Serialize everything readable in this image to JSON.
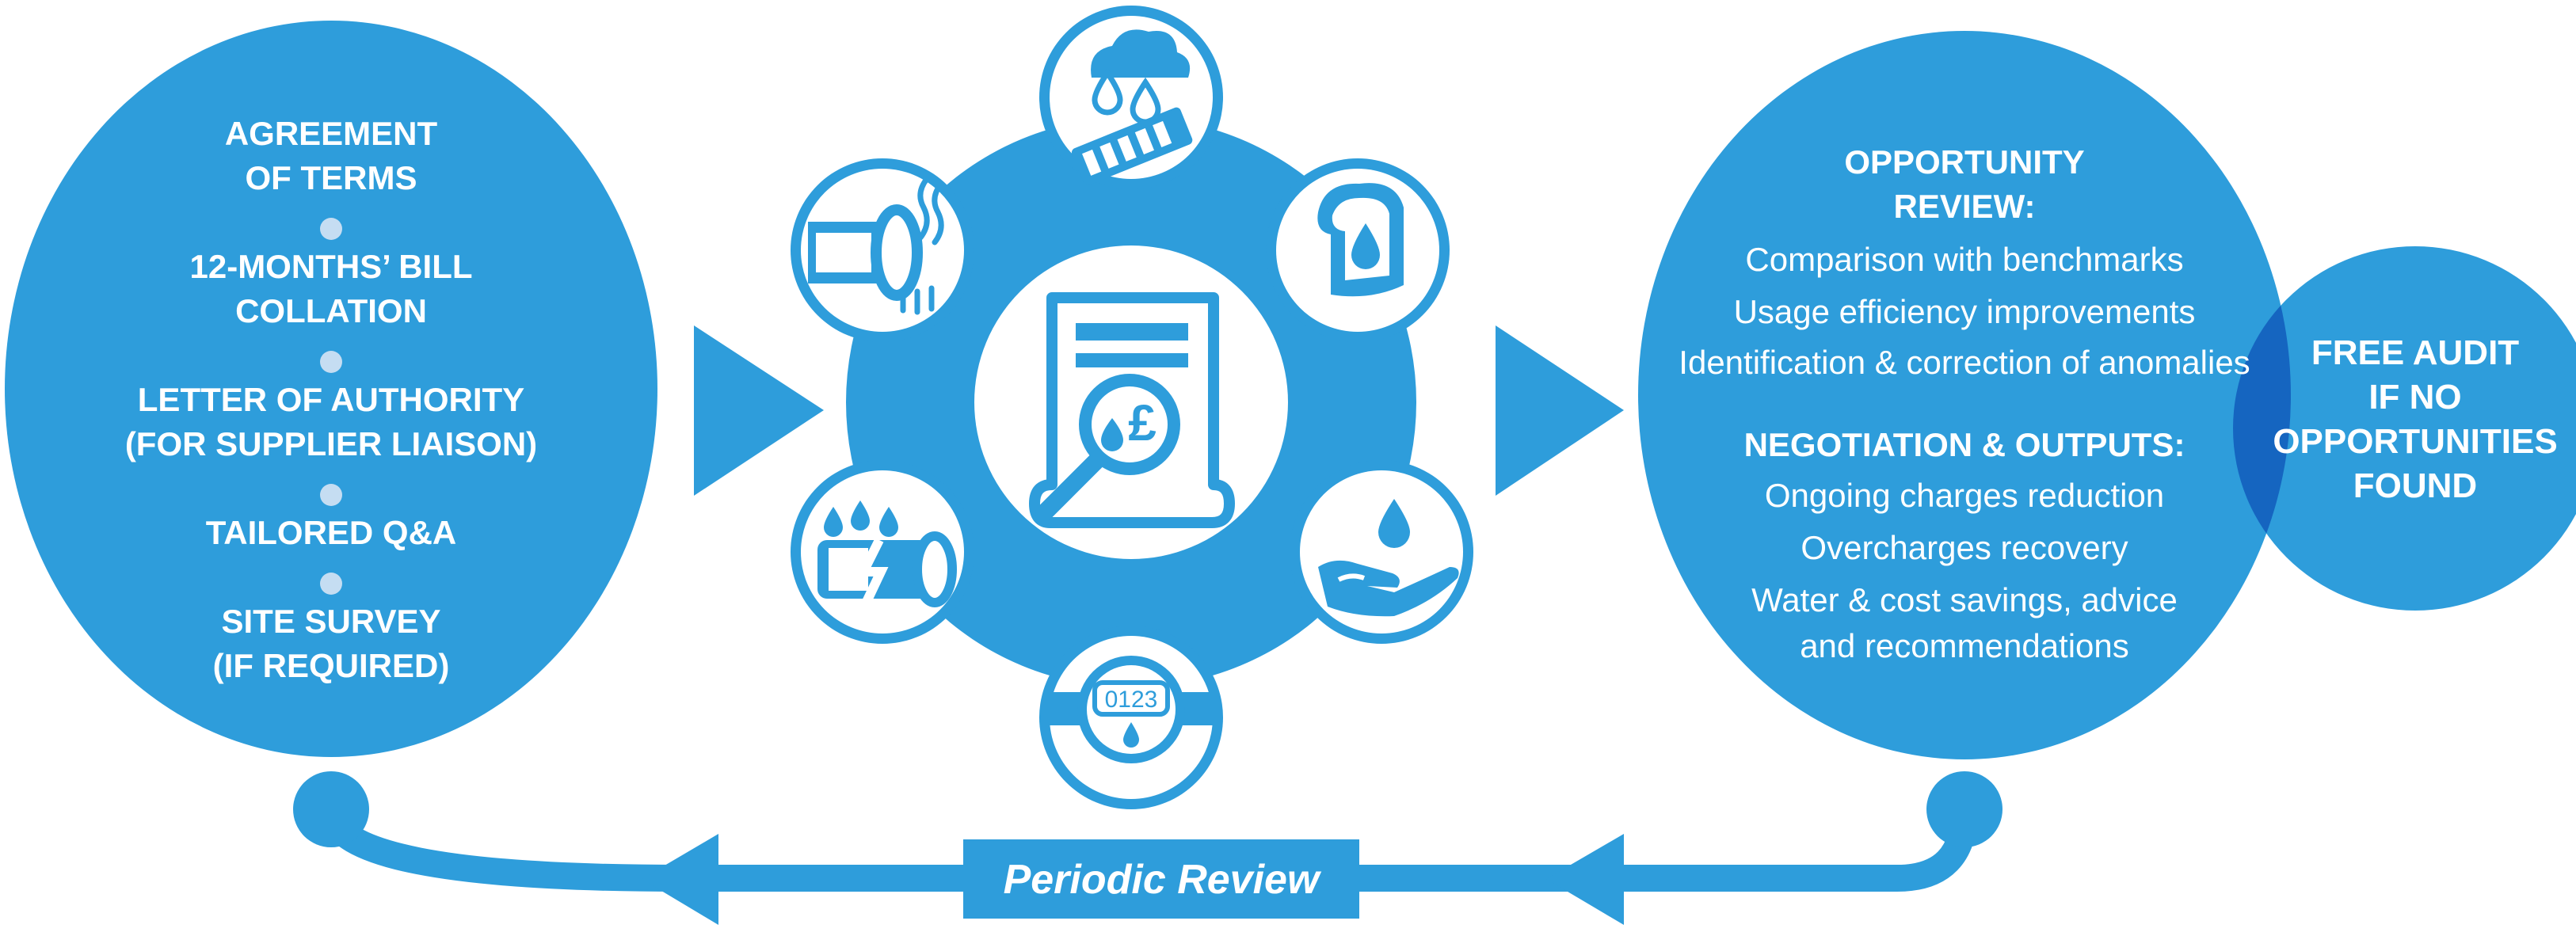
{
  "colors": {
    "primary": "#2e9ddb",
    "overlap": "#1565c0",
    "dot": "#c5ddf2",
    "background": "#ffffff"
  },
  "left_circle": {
    "steps": [
      [
        "AGREEMENT",
        "OF TERMS"
      ],
      [
        "12-MONTHS’ BILL",
        "COLLATION"
      ],
      [
        "LETTER OF AUTHORITY",
        "(FOR SUPPLIER LIAISON)"
      ],
      [
        "TAILORED Q&A"
      ],
      [
        "SITE SURVEY",
        "(IF REQUIRED)"
      ]
    ]
  },
  "hub": {
    "center_icon": "document-magnifier-pound-icon",
    "center_symbols": "£",
    "meter_reading": "0123",
    "satellite_icons": [
      "rain-cloud-drain-icon",
      "bread-water-drop-icon",
      "hand-water-drop-icon",
      "water-meter-icon",
      "leaking-pipe-icon",
      "steaming-pipe-icon"
    ]
  },
  "right_circle": {
    "heading1": [
      "OPPORTUNITY",
      "REVIEW:"
    ],
    "review_items": [
      "Comparison with benchmarks",
      "Usage efficiency improvements",
      "Identification & correction of anomalies"
    ],
    "heading2": "NEGOTIATION & OUTPUTS:",
    "output_items": [
      "Ongoing charges reduction",
      "Overcharges recovery",
      "Water & cost savings, advice",
      "and recommendations"
    ]
  },
  "free_audit": {
    "lines": [
      "FREE AUDIT",
      "IF NO",
      "OPPORTUNITIES",
      "FOUND"
    ]
  },
  "feedback": {
    "label": "Periodic Review"
  }
}
